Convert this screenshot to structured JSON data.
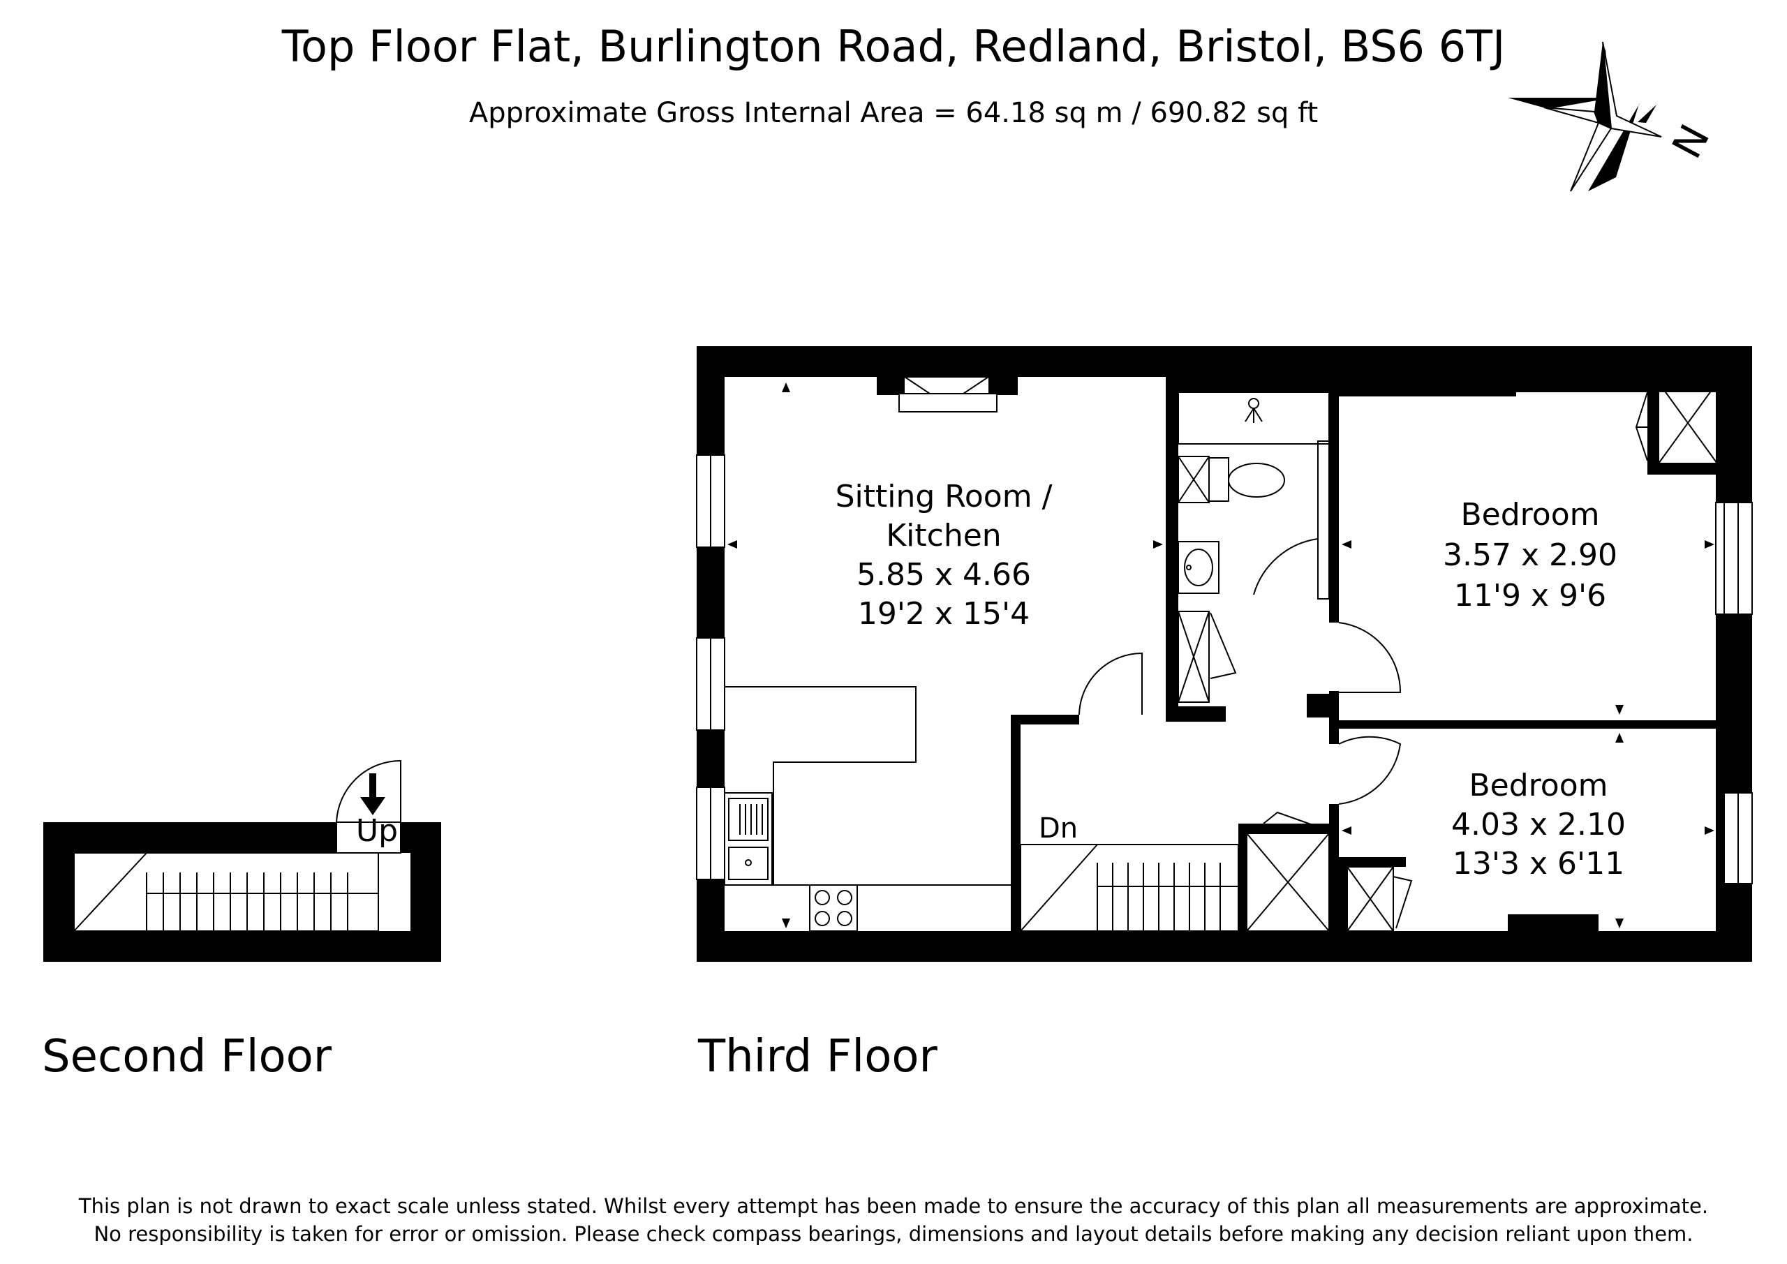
{
  "header": {
    "title": "Top Floor Flat, Burlington Road, Redland, Bristol, BS6 6TJ",
    "area": "Approximate Gross Internal Area = 64.18 sq m / 690.82 sq ft"
  },
  "compass": {
    "label": "N"
  },
  "second_floor": {
    "label": "Second Floor",
    "stair_label": "Up"
  },
  "third_floor": {
    "label": "Third Floor",
    "stair_label": "Dn",
    "rooms": [
      {
        "name_line1": "Sitting Room /",
        "name_line2": "Kitchen",
        "metric": "5.85 x 4.66",
        "imperial": "19'2 x 15'4"
      },
      {
        "name": "Bedroom",
        "metric": "3.57 x 2.90",
        "imperial": "11'9 x 9'6"
      },
      {
        "name": "Bedroom",
        "metric": "4.03 x 2.10",
        "imperial": "13'3 x 6'11"
      }
    ]
  },
  "disclaimer": {
    "line1": "This plan is not drawn to exact scale unless stated.  Whilst every attempt has been made to ensure the accuracy of this plan all measurements are approximate.",
    "line2": "No responsibility is taken for error or omission.  Please check compass bearings, dimensions and layout details before making any decision reliant upon them."
  }
}
